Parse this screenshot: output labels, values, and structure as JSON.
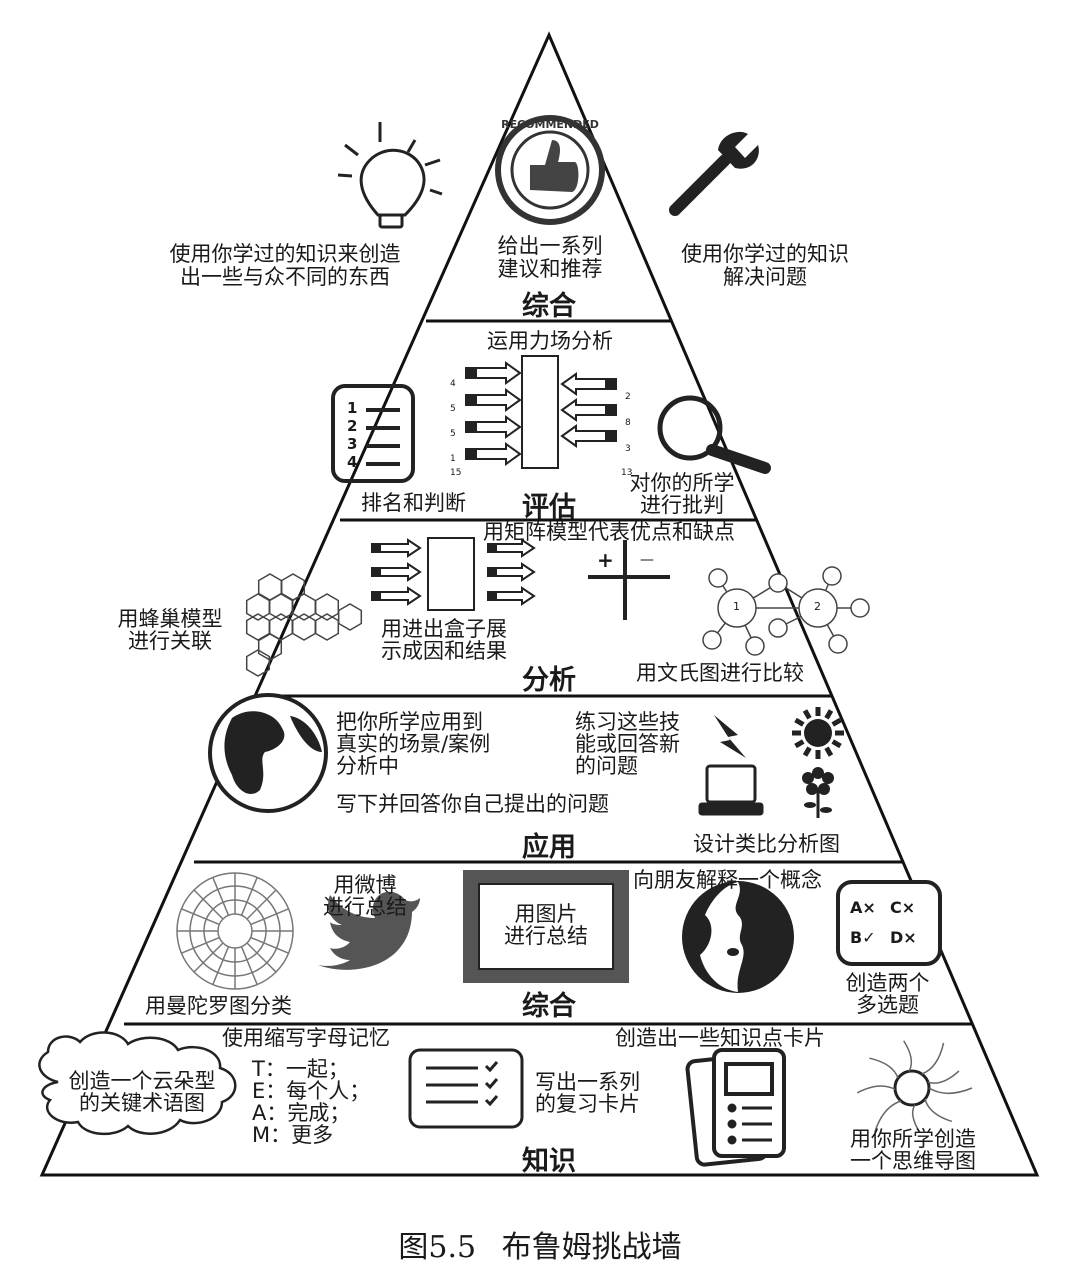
{
  "caption": {
    "number": "图5.5",
    "title": "布鲁姆挑战墙"
  },
  "levels": {
    "l1": {
      "name": "综合",
      "left_text": [
        "使用你学过的知识来创造",
        "出一些与众不同的东西"
      ],
      "center_text": [
        "给出一系列",
        "建议和推荐"
      ],
      "right_text": [
        "使用你学过的知识",
        "解决问题"
      ],
      "stamp_word": "RECOMMENDED"
    },
    "l2": {
      "name": "评估",
      "force_field": "运用力场分析",
      "rank": "排名和判断",
      "critique": [
        "对你的所学",
        "进行批判"
      ],
      "list_numbers": [
        "1",
        "2",
        "3",
        "4"
      ],
      "left_nums": [
        "4",
        "5",
        "5",
        "1"
      ],
      "left_total": "15",
      "right_nums": [
        "2",
        "8",
        "3"
      ],
      "right_total": "13"
    },
    "l3": {
      "name": "分析",
      "matrix": "用矩阵模型代表优点和缺点",
      "hexagon": [
        "用蜂巢模型",
        "进行关联"
      ],
      "box": [
        "用进出盒子展",
        "示成因和结果"
      ],
      "venn": "用文氏图进行比较",
      "plus": "+",
      "minus": "—",
      "node_1": "1",
      "node_2": "2"
    },
    "l4": {
      "name": "应用",
      "apply": [
        "把你所学应用到",
        "真实的场景/案例",
        "分析中"
      ],
      "practice": [
        "练习这些技",
        "能或回答新",
        "的问题"
      ],
      "write": "写下并回答你自己提出的问题",
      "analogy": "设计类比分析图"
    },
    "l5": {
      "name": "综合",
      "weibo": [
        "用微博",
        "进行总结"
      ],
      "mandala": "用曼陀罗图分类",
      "picture": [
        "用图片",
        "进行总结"
      ],
      "explain": "向朋友解释一个概念",
      "mcq": [
        "创造两个",
        "多选题"
      ],
      "choices": [
        "A×",
        "C×",
        "B✓",
        "D×"
      ]
    },
    "l6": {
      "name": "知识",
      "acronym_title": "使用缩写字母记忆",
      "acronym_lines": [
        "T：一起；",
        "E：每个人；",
        "A：完成；",
        "M：更多"
      ],
      "cloud": [
        "创造一个云朵型",
        "的关键术语图"
      ],
      "review": [
        "写出一系列",
        "的复习卡片"
      ],
      "cards": "创造出一些知识点卡片",
      "mindmap": [
        "用你所学创造",
        "一个思维导图"
      ]
    }
  }
}
